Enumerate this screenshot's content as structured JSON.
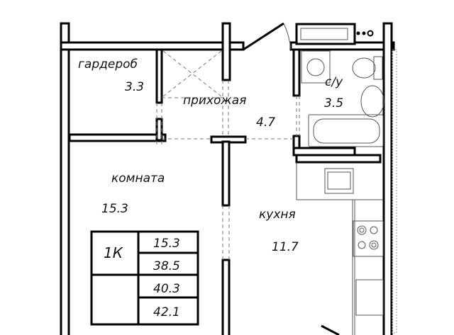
{
  "rooms": {
    "wardrobe": {
      "name": "гардероб",
      "area": "3.3"
    },
    "hallway": {
      "name": "прихожая",
      "area": "4.7"
    },
    "bathroom": {
      "name": "с/у",
      "area": "3.5"
    },
    "room": {
      "name": "комната",
      "area": "15.3"
    },
    "kitchen": {
      "name": "кухня",
      "area": "11.7"
    }
  },
  "summary": {
    "type": "1К",
    "values": [
      "15.3",
      "38.5",
      "40.3",
      "42.1"
    ]
  }
}
